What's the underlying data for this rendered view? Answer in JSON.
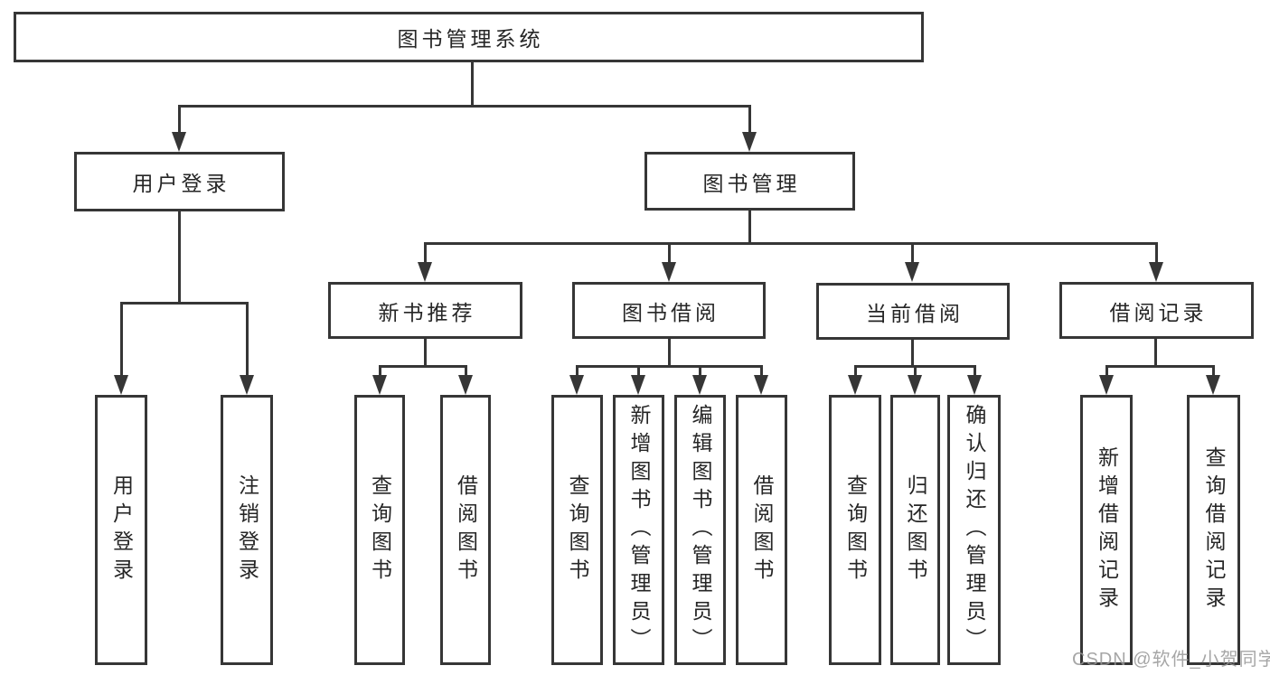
{
  "diagram": {
    "root": "图书管理系统",
    "branches": {
      "user_login": "用户登录",
      "book_management": "图书管理"
    },
    "modules": {
      "new_book_recommend": "新书推荐",
      "book_borrow": "图书借阅",
      "current_borrow": "当前借阅",
      "borrow_record": "借阅记录"
    },
    "leaves": {
      "user_login": "用户登录",
      "logout": "注销登录",
      "nbr_query_book": "查询图书",
      "nbr_borrow_book": "借阅图书",
      "bb_query_book": "查询图书",
      "bb_add_book": "新增图书（管理员）",
      "bb_edit_book": "编辑图书（管理员）",
      "bb_borrow_book": "借阅图书",
      "cb_query_book": "查询图书",
      "cb_return_book": "归还图书",
      "cb_confirm_return": "确认归还（管理员）",
      "br_add_record": "新增借阅记录",
      "br_query_record": "查询借阅记录"
    },
    "watermark": "CSDN @软件_小贺同学",
    "colors": {
      "line": "#363636",
      "text": "#262626",
      "watermark": "#999999",
      "background": "#ffffff"
    }
  }
}
